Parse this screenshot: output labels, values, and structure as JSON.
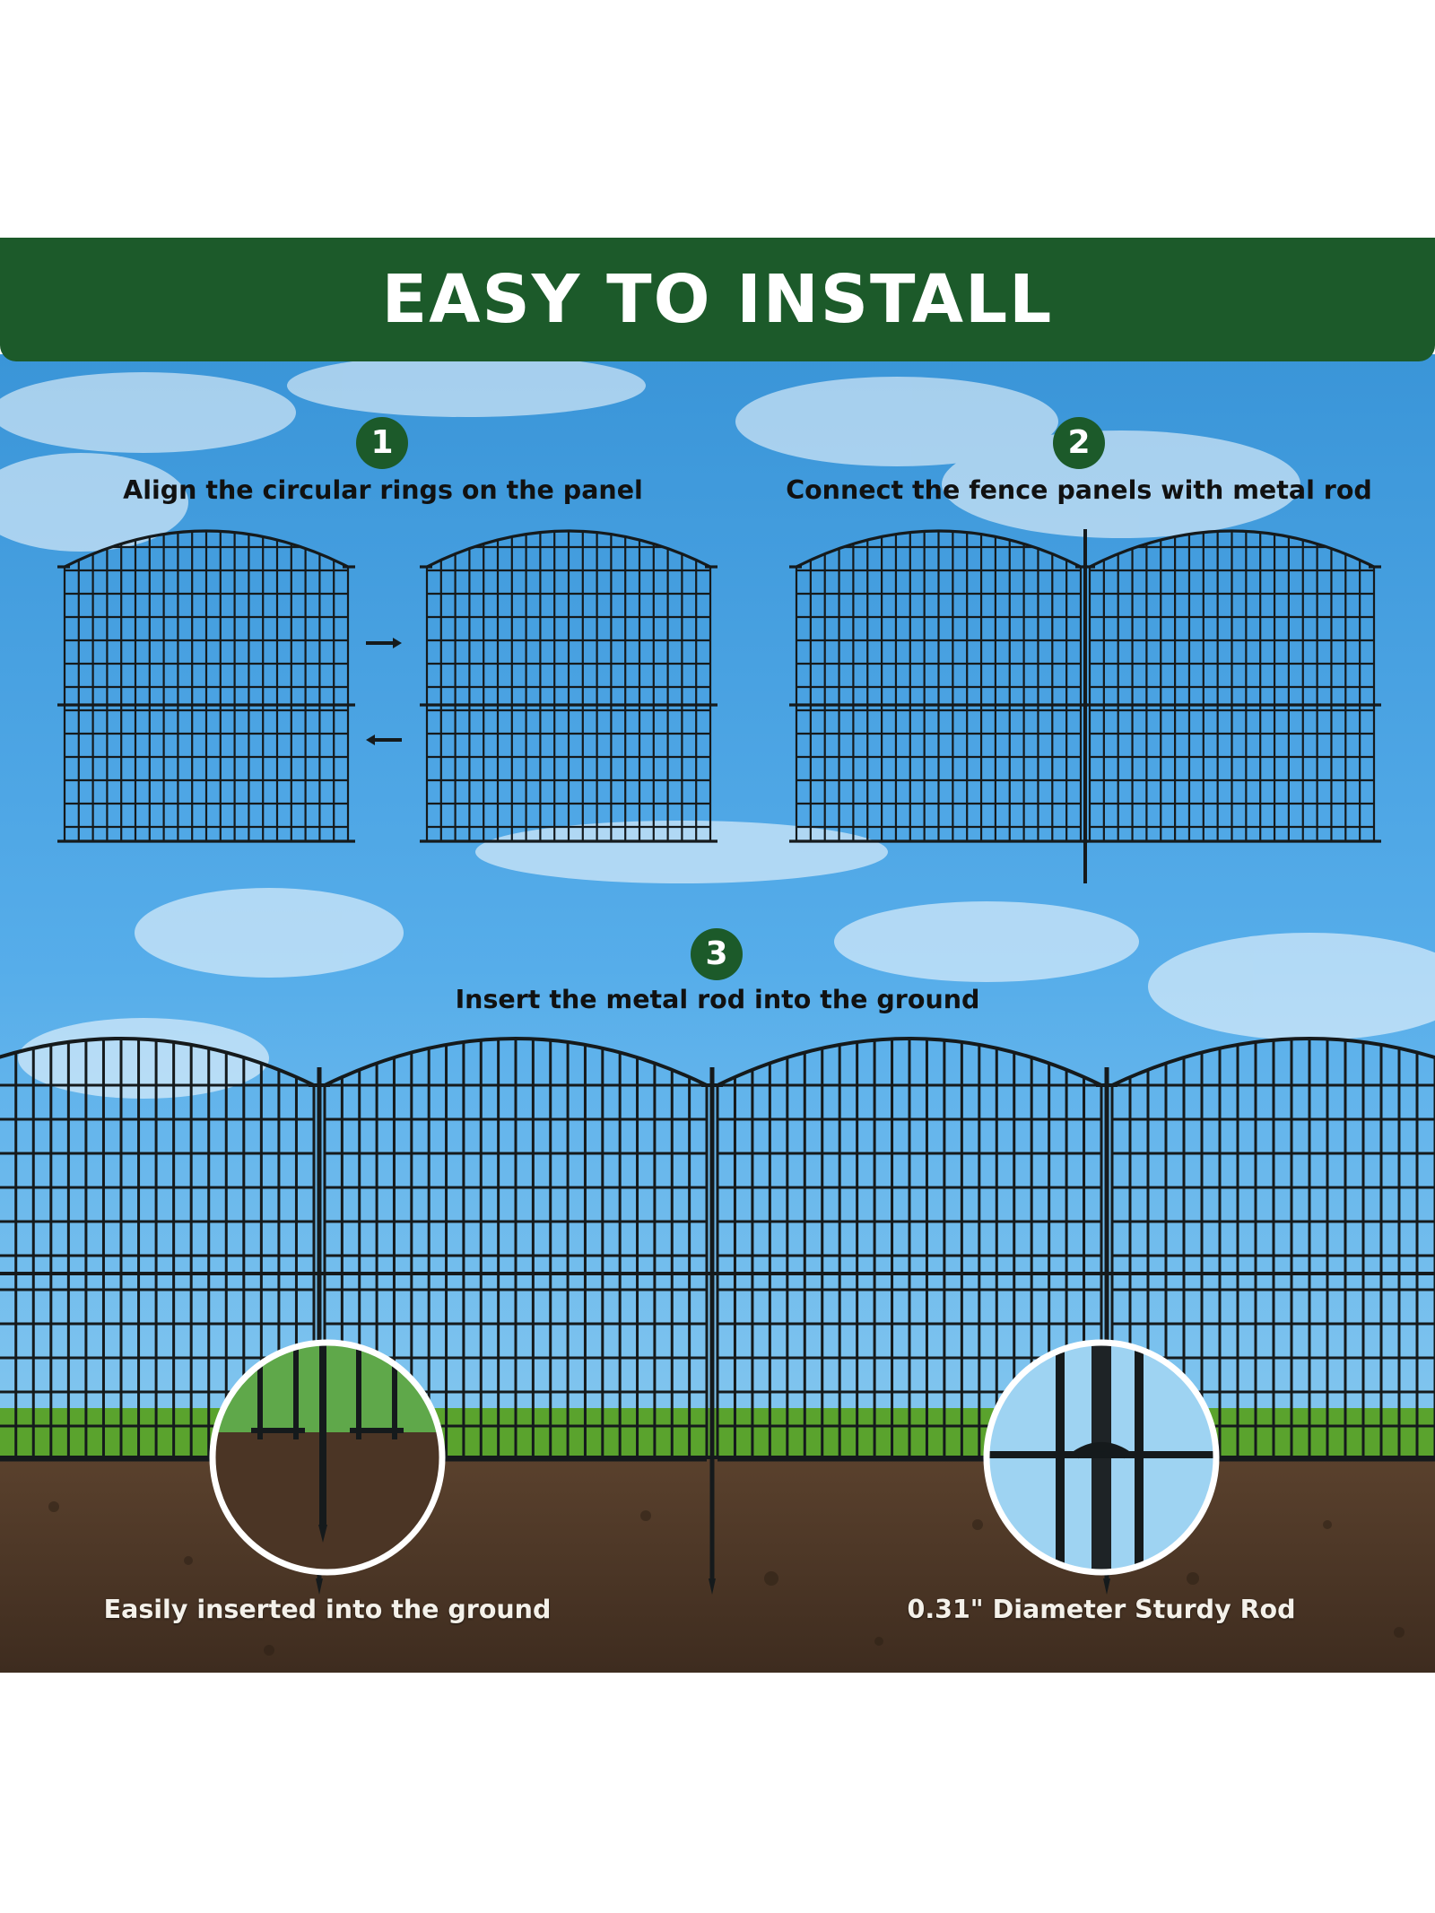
{
  "header": {
    "title": "EASY TO INSTALL"
  },
  "steps": [
    {
      "number": "1",
      "text": "Align the circular rings on the panel"
    },
    {
      "number": "2",
      "text": "Connect the fence panels with metal rod"
    },
    {
      "number": "3",
      "text": "Insert the metal rod into the ground"
    }
  ],
  "callouts": [
    {
      "text": "Easily inserted into the ground"
    },
    {
      "text": "0.31\" Diameter Sturdy Rod"
    }
  ],
  "colors": {
    "header_green": "#1c5a2a",
    "sky_top": "#2f8fd6",
    "sky_bottom": "#7cc4ef",
    "fence_black": "#151a1c",
    "soil": "#4a3526",
    "grass": "#4f9a2a"
  },
  "icons": [
    "arrow-right-icon",
    "arrow-left-icon"
  ]
}
